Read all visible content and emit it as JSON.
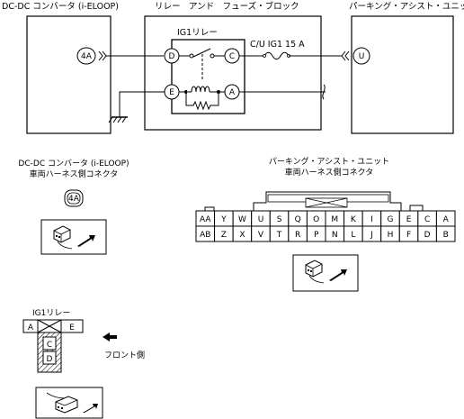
{
  "titles": {
    "dcdc": "DC-DC コンバータ (i-ELOOP)",
    "relay_block": "リレー　アンド　フューズ・ブロック",
    "parking": "パーキング・アシスト・ユニット"
  },
  "circuit": {
    "dcdc_pin": "4A",
    "relay_label": "IG1リレー",
    "fuse_label": "C/U IG1 15 A",
    "relay_pins": {
      "d": "D",
      "c": "C",
      "e": "E",
      "a": "A"
    },
    "parking_pin": "U"
  },
  "connectors": {
    "dcdc": {
      "title_line1": "DC-DC コンバータ (i-ELOOP)",
      "title_line2": "車両ハーネス側コネクタ",
      "pin": "4A"
    },
    "parking": {
      "title_line1": "パーキング・アシスト・ユニット",
      "title_line2": "車両ハーネス側コネクタ",
      "row1": [
        "AA",
        "Y",
        "W",
        "U",
        "S",
        "Q",
        "O",
        "M",
        "K",
        "I",
        "G",
        "E",
        "C",
        "A"
      ],
      "row2": [
        "AB",
        "Z",
        "X",
        "V",
        "T",
        "R",
        "P",
        "N",
        "L",
        "J",
        "H",
        "F",
        "D",
        "B"
      ]
    },
    "relay": {
      "title": "IG1リレー",
      "top_left": "A",
      "top_right": "E",
      "bottom_1": "C",
      "bottom_2": "D",
      "direction_label": "フロント側"
    }
  }
}
